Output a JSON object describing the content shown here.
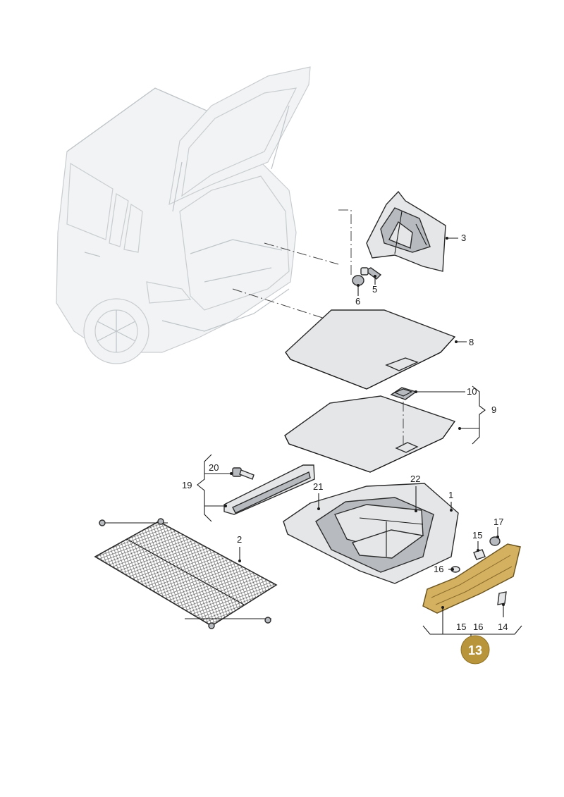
{
  "diagram": {
    "callouts": {
      "c1": "1",
      "c2": "2",
      "c3": "3",
      "c5": "5",
      "c6": "6",
      "c8": "8",
      "c9": "9",
      "c10": "10",
      "c13": "13",
      "c14": "14",
      "c15a": "15",
      "c15b": "15",
      "c16a": "16",
      "c16b": "16",
      "c17": "17",
      "c19": "19",
      "c20": "20",
      "c21": "21",
      "c22": "22"
    },
    "highlight": {
      "badge_color": "#b8953a",
      "part_color": "#d4b061"
    }
  }
}
